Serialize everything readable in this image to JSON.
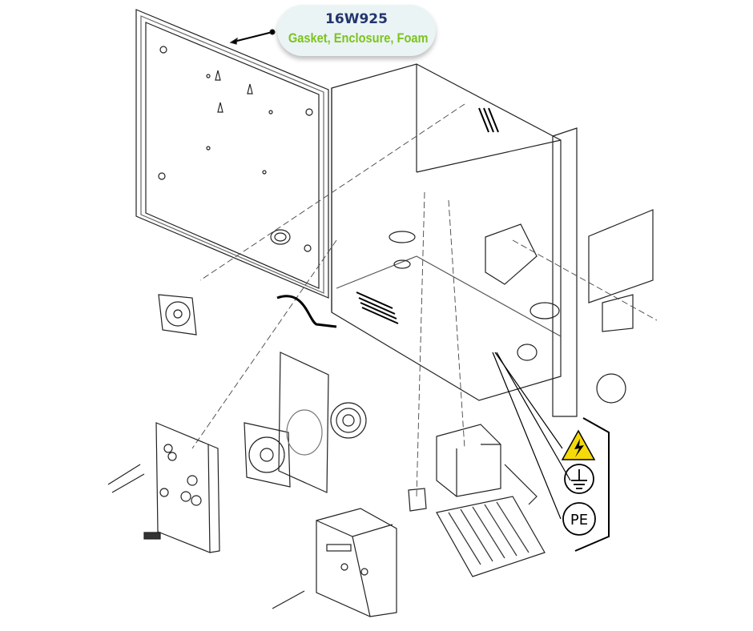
{
  "callout": {
    "part_number": "16W925",
    "description": "Gasket, Enclosure, Foam"
  },
  "symbols": {
    "warning_icon": "high-voltage-warning",
    "ground_icon": "protective-earth-ground",
    "pe_label": "PE"
  },
  "colors": {
    "part_number": "#23356e",
    "description": "#7cc31d",
    "callout_bg": "#eaf4f5",
    "warning": "#f5d90a"
  }
}
